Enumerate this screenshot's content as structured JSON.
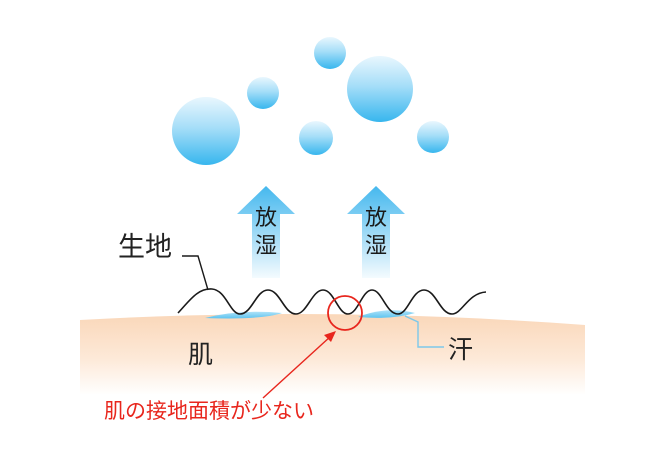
{
  "labels": {
    "fabric": "生地",
    "skin": "肌",
    "sweat": "汗",
    "note": "肌の接地面積が少ない"
  },
  "arrows": [
    {
      "label": "放\n湿"
    },
    {
      "label": "放\n湿"
    }
  ],
  "colors": {
    "skin_top": "#fad9bd",
    "skin_bottom": "#ffffff",
    "droplet_light": "#e6f6fd",
    "droplet_dark": "#3cb8ee",
    "arrow_top": "#48b9ef",
    "arrow_bottom": "#e8f6fd",
    "sweat": "#6fcbf2",
    "fabric_line": "#1a1a1a",
    "highlight": "#e8261d",
    "leader_line": "#7cc8ea"
  }
}
